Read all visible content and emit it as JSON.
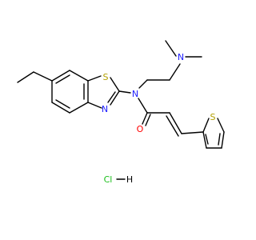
{
  "structure": {
    "title": "",
    "colors": {
      "bond": "#000000",
      "sulfur": "#b3a000",
      "nitrogen": "#1f1fff",
      "oxygen": "#ff0000",
      "chlorine": "#1bbf1b",
      "hydrogen": "#000000"
    },
    "atoms": {
      "s_thiazole": "S",
      "n_thiazole": "N",
      "n_amide": "N",
      "n_dimethyl": "N",
      "o_carbonyl": "O",
      "s_thiophene": "S",
      "cl_salt": "Cl",
      "h_salt": "H"
    }
  }
}
